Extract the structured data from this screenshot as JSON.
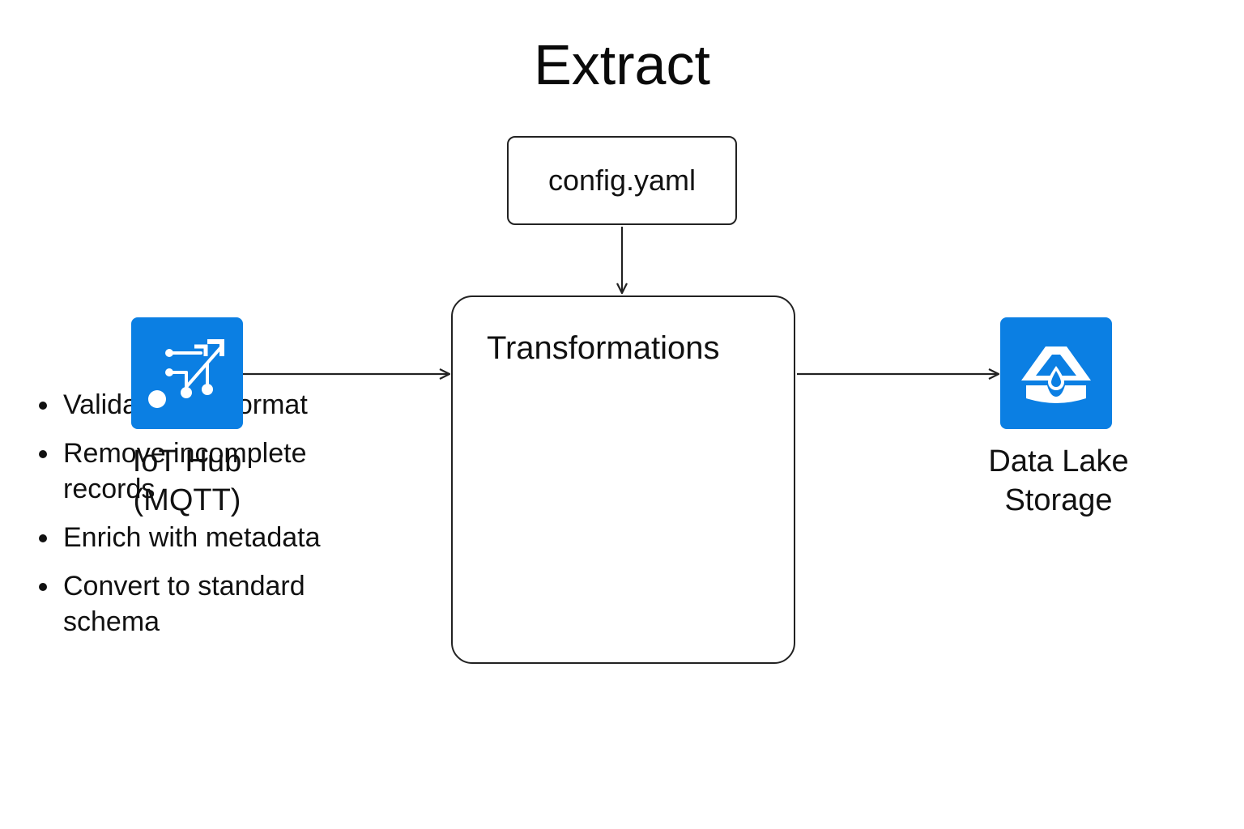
{
  "diagram": {
    "title": "Extract",
    "config": {
      "label": "config.yaml"
    },
    "transformations": {
      "title": "Transformations",
      "items": [
        "Validate data format",
        "Remove incomplete\nrecords",
        "Enrich with metadata",
        "Convert to standard\nschema"
      ]
    },
    "source": {
      "name": "IoT Hub",
      "protocol": "(MQTT)",
      "icon": "iot-hub-icon"
    },
    "destination": {
      "line1": "Data Lake",
      "line2": "Storage",
      "icon": "data-lake-storage-icon"
    },
    "colors": {
      "icon_tile": "#0b7fe3",
      "stroke": "#222222",
      "text": "#111111"
    }
  }
}
